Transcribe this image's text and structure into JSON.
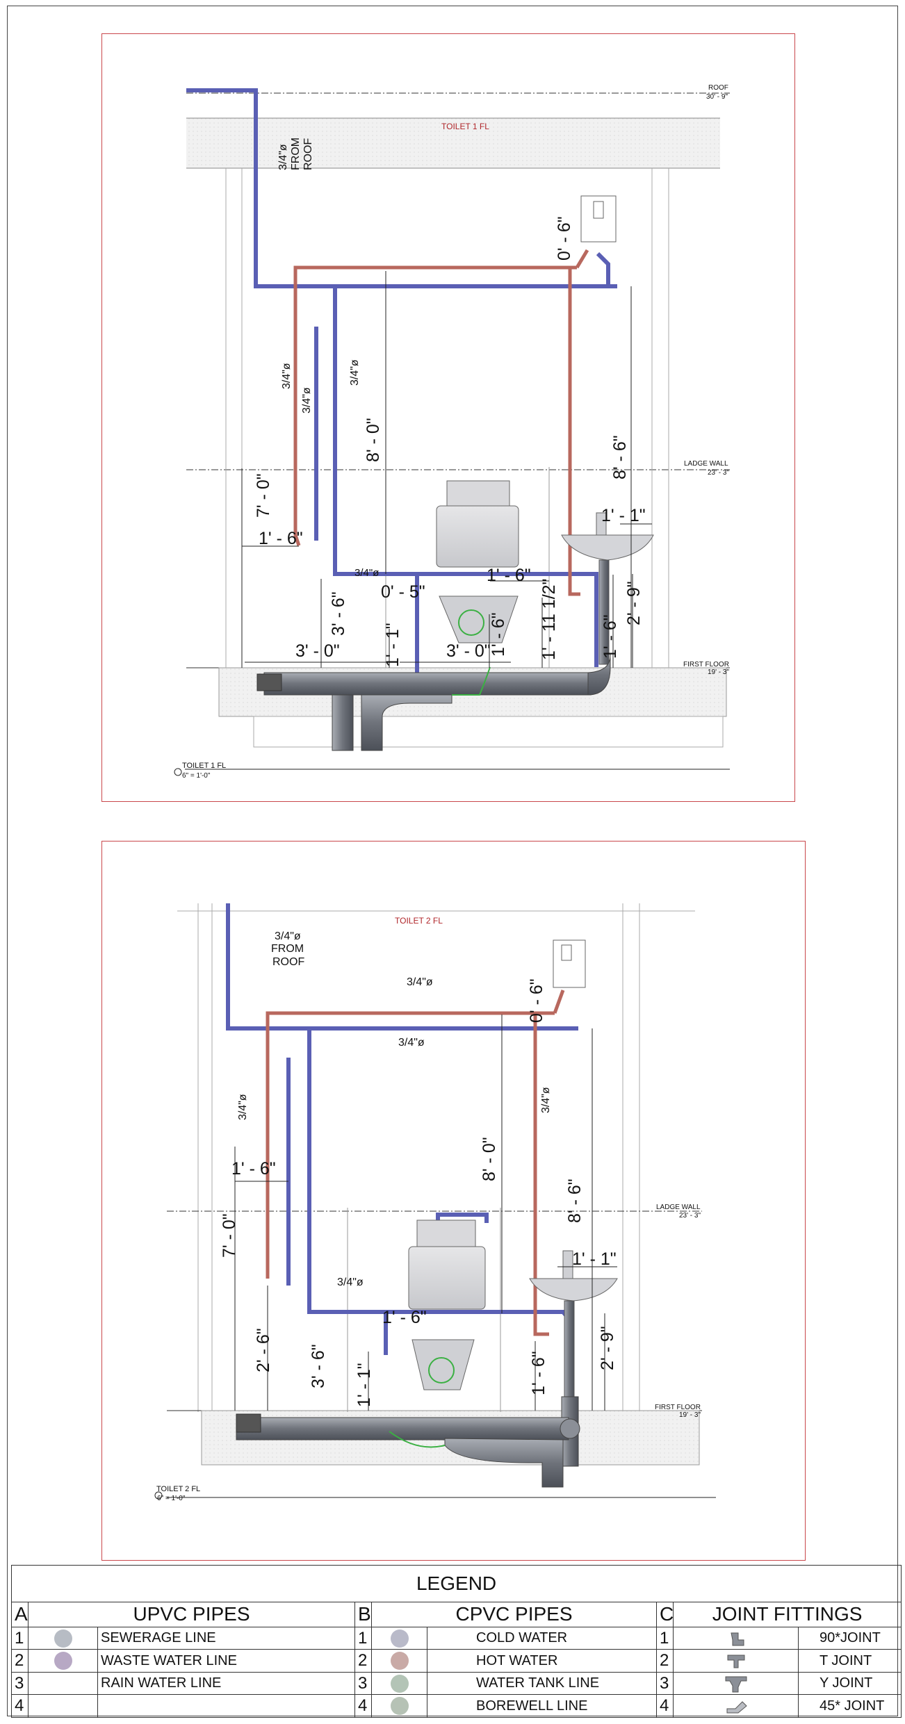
{
  "colors": {
    "cold_water_pipe": "#5a5fb4",
    "hot_water_pipe": "#b8685e",
    "pipe_fill": "#8b8f97",
    "frame": "#c9474b",
    "uPVC_sewerage": "#b7bcc4",
    "uPVC_waste": "#b7a8c4",
    "cpvc_cold": "#b9bac9",
    "cpvc_hot": "#c9aaa6",
    "cpvc_tank": "#b3c4b6",
    "cpvc_borewell": "#b6c2b5"
  },
  "view1": {
    "title": "TOILET 1 FL",
    "plan_tag": "TOILET 1 FL",
    "scale": "6\" = 1'-0\"",
    "levels": {
      "roof": {
        "name": "ROOF",
        "elev": "30' - 9\""
      },
      "ledge": {
        "name": "LADGE WALL",
        "elev": "23' - 3\""
      },
      "floor": {
        "name": "FIRST FLOOR",
        "elev": "19' - 3\""
      }
    },
    "notes": {
      "from_roof": [
        "3/4\"ø",
        "FROM",
        "ROOF"
      ],
      "pipe_a": "3/4\"ø",
      "pipe_b": "3/4\"ø",
      "pipe_c": "3/4\"ø",
      "pipe_d": "3/4\"ø"
    },
    "dims": {
      "d0_6": "0' - 6\"",
      "d8_6": "8' - 6\"",
      "d8_0": "8' - 0\"",
      "d7_0": "7' - 0\"",
      "d1_6a": "1' - 6\"",
      "d1_6b": "1' - 6\"",
      "d1_6c": "1' - 6\"",
      "d1_6d": "1' - 6\"",
      "d1_1": "1' - 1\"",
      "d1_1b": "1' - 1\"",
      "d3_6": "3' - 6\"",
      "d3_0a": "3' - 0\"",
      "d3_0b": "3' - 0\"",
      "d0_5": "0' - 5\"",
      "d1_11": "1' - 11 1/2\"",
      "d2_9": "2' - 9\""
    }
  },
  "view2": {
    "title": "TOILET 2 FL",
    "plan_tag": "TOILET 2 FL",
    "scale": "6\" = 1'-0\"",
    "levels": {
      "ledge": {
        "name": "LADGE WALL",
        "elev": "23' - 3\""
      },
      "floor": {
        "name": "FIRST FLOOR",
        "elev": "19' - 3\""
      }
    },
    "notes": {
      "from_roof": [
        "3/4\"ø",
        "FROM",
        "ROOF"
      ],
      "pipe_top": "3/4\"ø",
      "pipe_mid": "3/4\"ø",
      "pipe_left": "3/4\"ø",
      "pipe_right": "3/4\"ø",
      "pipe_low": "3/4\"ø"
    },
    "dims": {
      "d0_6": "0' - 6\"",
      "d1_6a": "1' - 6\"",
      "d1_6b": "1' - 6\"",
      "d1_6c": "1' - 6\"",
      "d8_0": "8' - 0\"",
      "d8_6": "8' - 6\"",
      "d7_0": "7' - 0\"",
      "d1_1a": "1' - 1\"",
      "d1_1b": "1' - 1\"",
      "d2_6": "2' - 6\"",
      "d3_6": "3' - 6\"",
      "d2_9": "2' - 9\""
    }
  },
  "legend": {
    "title": "LEGEND",
    "groups": [
      {
        "letter": "A",
        "title": "UPVC PIPES",
        "rows": [
          {
            "n": "1",
            "label": "SEWERAGE LINE"
          },
          {
            "n": "2",
            "label": "WASTE WATER LINE"
          },
          {
            "n": "3",
            "label": "RAIN WATER LINE"
          },
          {
            "n": "4",
            "label": ""
          }
        ]
      },
      {
        "letter": "B",
        "title": "CPVC PIPES",
        "rows": [
          {
            "n": "1",
            "label": "COLD WATER"
          },
          {
            "n": "2",
            "label": "HOT WATER"
          },
          {
            "n": "3",
            "label": "WATER TANK LINE"
          },
          {
            "n": "4",
            "label": "BOREWELL LINE"
          }
        ]
      },
      {
        "letter": "C",
        "title": "JOINT FITTINGS",
        "rows": [
          {
            "n": "1",
            "label": "90*JOINT"
          },
          {
            "n": "2",
            "label": "T JOINT"
          },
          {
            "n": "3",
            "label": "Y JOINT"
          },
          {
            "n": "4",
            "label": "45* JOINT"
          }
        ]
      }
    ]
  }
}
